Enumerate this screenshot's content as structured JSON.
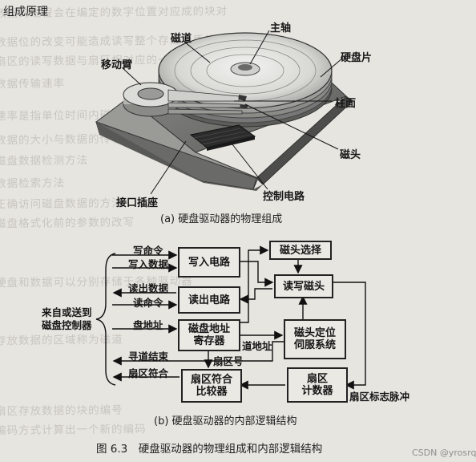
{
  "page_header": "组成原理",
  "background_fragments": [
    "数据的进程会在编定的数字位置对应成的块对",
    "数据位的改变可能造成读写整个存储介质的数据被改变",
    "扇区的读写数据与扇区相对应的一个区可以数据的位",
    "数据传输速率",
    "速率是指单位时间内磁盘读写的数据总量",
    "数据的大小与数据的传输速率",
    "磁盘数据检测方法",
    "数据检索方法",
    "正确访问磁盘数据的方法",
    "磁盘格式化前的参数的改写",
    "硬盘和数据可以分别存储于各种驱动器",
    "存放数据的区域称为磁道",
    "扇区存放数据的块的编号",
    "编码方式计算出一个新的编码"
  ],
  "figure_a": {
    "labels": {
      "track": "磁道",
      "spindle": "主轴",
      "arm": "移动臂",
      "platter": "硬盘片",
      "cylinder": "柱面",
      "head": "磁头",
      "control": "控制电路",
      "connector": "接口插座"
    },
    "caption": "(a) 硬盘驱动器的物理组成"
  },
  "figure_b": {
    "external": "来自或送到\n磁盘控制器",
    "blocks": {
      "write_circuit": "写入电路",
      "read_circuit": "读出电路",
      "addr_reg": "磁盘地址\n寄存器",
      "comparator": "扇区符合\n比较器",
      "head_select": "磁头选择",
      "rw_head": "读写磁头",
      "servo": "磁头定位\n伺服系统",
      "counter": "扇区\n计数器"
    },
    "signals": {
      "write_cmd": "写命令",
      "write_data": "写入数据",
      "read_data": "读出数据",
      "read_cmd": "读命令",
      "disk_addr": "盘地址",
      "seek_done": "寻道结束",
      "sector_match": "扇区符合",
      "track_addr": "道地址",
      "sector_no": "扇区号",
      "sector_pulse": "扇区标志脉冲"
    },
    "caption": "(b) 硬盘驱动器的内部逻辑结构"
  },
  "figure_caption": "图 6.3　硬盘驱动器的物理组成和内部逻辑结构",
  "watermark": "CSDN @yrosrq"
}
